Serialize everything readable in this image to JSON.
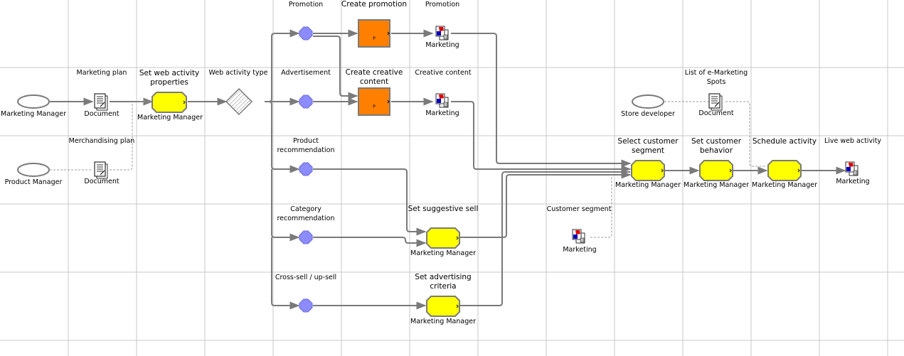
{
  "nodes": {
    "marketing_manager_actor": "Marketing Manager",
    "product_manager_actor": "Product Manager",
    "marketing_plan_label": "Marketing plan",
    "marketing_plan_doc": "Document",
    "merch_plan_label": "Merchandising plan",
    "merch_plan_doc": "Document",
    "set_web_title": "Set web activity properties",
    "set_web_role": "Marketing Manager",
    "web_type_label": "Web activity type",
    "promotion_label": "Promotion",
    "advertisement_label": "Advertisement",
    "product_rec_label": "Product recommendation",
    "category_rec_label": "Category recommendation",
    "cross_sell_label": "Cross-sell / up-sell",
    "create_promotion_title": "Create promotion",
    "create_creative_title": "Create creative content",
    "promotion_out_label": "Promotion",
    "promotion_out_sys": "Marketing",
    "creative_out_label": "Creative content",
    "creative_out_sys": "Marketing",
    "suggestive_title": "Set suggestive sell",
    "suggestive_role": "Marketing Manager",
    "adv_criteria_title": "Set advertising criteria",
    "adv_criteria_role": "Marketing Manager",
    "customer_segment_label": "Customer segment",
    "customer_segment_sys": "Marketing",
    "store_dev_actor": "Store developer",
    "emarketing_label": "List of e-Marketing Spots",
    "emarketing_doc": "Document",
    "select_segment_title": "Select customer segment",
    "select_segment_role": "Marketing Manager",
    "set_behavior_title": "Set customer behavior",
    "set_behavior_role": "Marketing Manager",
    "schedule_title": "Schedule activity",
    "schedule_role": "Marketing Manager",
    "live_label": "Live web activity",
    "live_sys": "Marketing",
    "task_marker": "P"
  },
  "colors": {
    "grid": "#c8c8c8",
    "line": "#7a7a7a",
    "dash": "#9a9a9a",
    "task_yellow": "#ffff00",
    "task_orange": "#ff8000",
    "event_purple": "#8c8cff",
    "decision_fill": "#ffffff"
  }
}
